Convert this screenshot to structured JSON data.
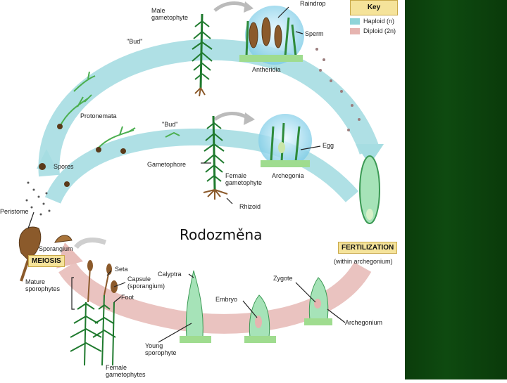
{
  "caption": "Rodozměna",
  "key": {
    "title": "Key",
    "haploid": {
      "label": "Haploid (n)",
      "color": "#8fd4d8"
    },
    "diploid": {
      "label": "Diploid (2n)",
      "color": "#e6b4b0"
    }
  },
  "labels": {
    "raindrop": "Raindrop",
    "male_gametophyte": "Male\ngametophyte",
    "sperm": "Sperm",
    "antheridia": "Antheridia",
    "bud_top": "\"Bud\"",
    "protonemata": "Protonemata",
    "bud_mid": "\"Bud\"",
    "egg": "Egg",
    "spores": "Spores",
    "gametophore": "Gametophore",
    "female_gametophyte": "Female\ngametophyte",
    "archegonia": "Archegonia",
    "rhizoid": "Rhizoid",
    "peristome": "Peristome",
    "sporangium": "Sporangium",
    "meiosis": "MEIOSIS",
    "fertilization": "FERTILIZATION",
    "within_archegonium": "(within archegonium)",
    "seta": "Seta",
    "calyptra": "Calyptra",
    "capsule": "Capsule\n(sporangium)",
    "mature_sporophytes": "Mature\nsporophytes",
    "foot": "Foot",
    "zygote": "Zygote",
    "embryo": "Embryo",
    "archegonium": "Archegonium",
    "young_sporophyte": "Young\nsporophyte",
    "female_gametophytes": "Female\ngametophytes"
  }
}
